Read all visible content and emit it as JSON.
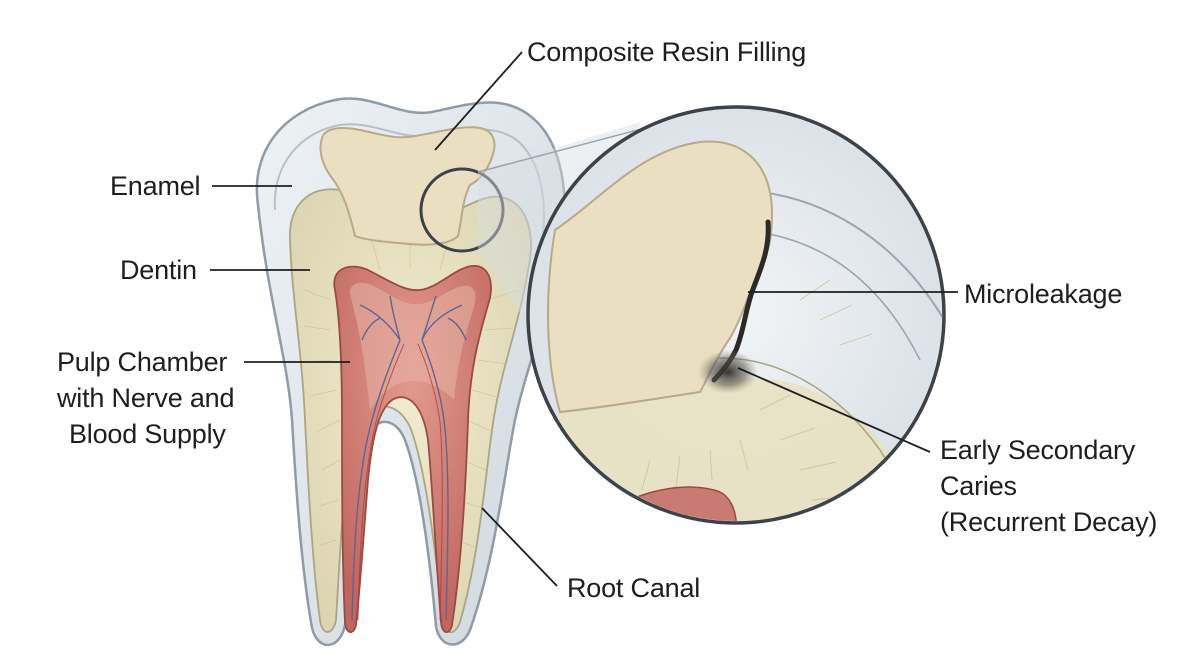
{
  "labels": {
    "composite_resin_filling": "Composite Resin Filling",
    "enamel": "Enamel",
    "dentin": "Dentin",
    "pulp_chamber": [
      "Pulp Chamber",
      "with Nerve and",
      "Blood Supply"
    ],
    "root_canal": "Root Canal",
    "microleakage": "Microleakage",
    "early_secondary_caries": [
      "Early Secondary",
      "Caries",
      "(Recurrent Decay)"
    ]
  },
  "colors": {
    "background": "#ffffff",
    "enamel": "#dde3e8",
    "enamel_outline": "#8f9ba5",
    "dentin": "#e8e1c2",
    "dentin_outline": "#a8a27f",
    "filling": "#ebdfc1",
    "filling_outline": "#b7a98a",
    "pulp": "#c97a72",
    "pulp_outline": "#9a4a44",
    "vessel": "#6a6f9a",
    "leader_line": "#1e1e1e",
    "decay": "#2b2a26"
  },
  "icons": {
    "magnify_circle": "magnifier-circle-icon"
  }
}
